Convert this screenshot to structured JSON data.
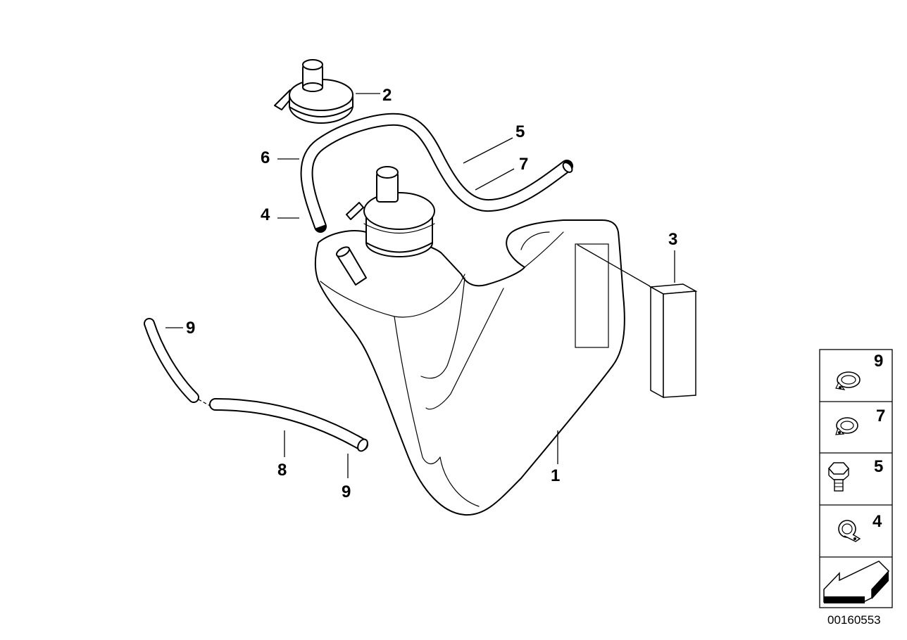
{
  "callouts": {
    "c1": "1",
    "c2": "2",
    "c3": "3",
    "c4": "4",
    "c5": "5",
    "c6": "6",
    "c7": "7",
    "c8": "8",
    "c9a": "9",
    "c9b": "9"
  },
  "legend": {
    "items": [
      {
        "number": "9",
        "icon": "hose-clamp-icon"
      },
      {
        "number": "7",
        "icon": "hose-clamp-icon"
      },
      {
        "number": "5",
        "icon": "hex-bolt-icon"
      },
      {
        "number": "4",
        "icon": "cable-clip-icon"
      }
    ],
    "footer_icon": "direction-arrow-icon"
  },
  "reference_number": "00160553"
}
